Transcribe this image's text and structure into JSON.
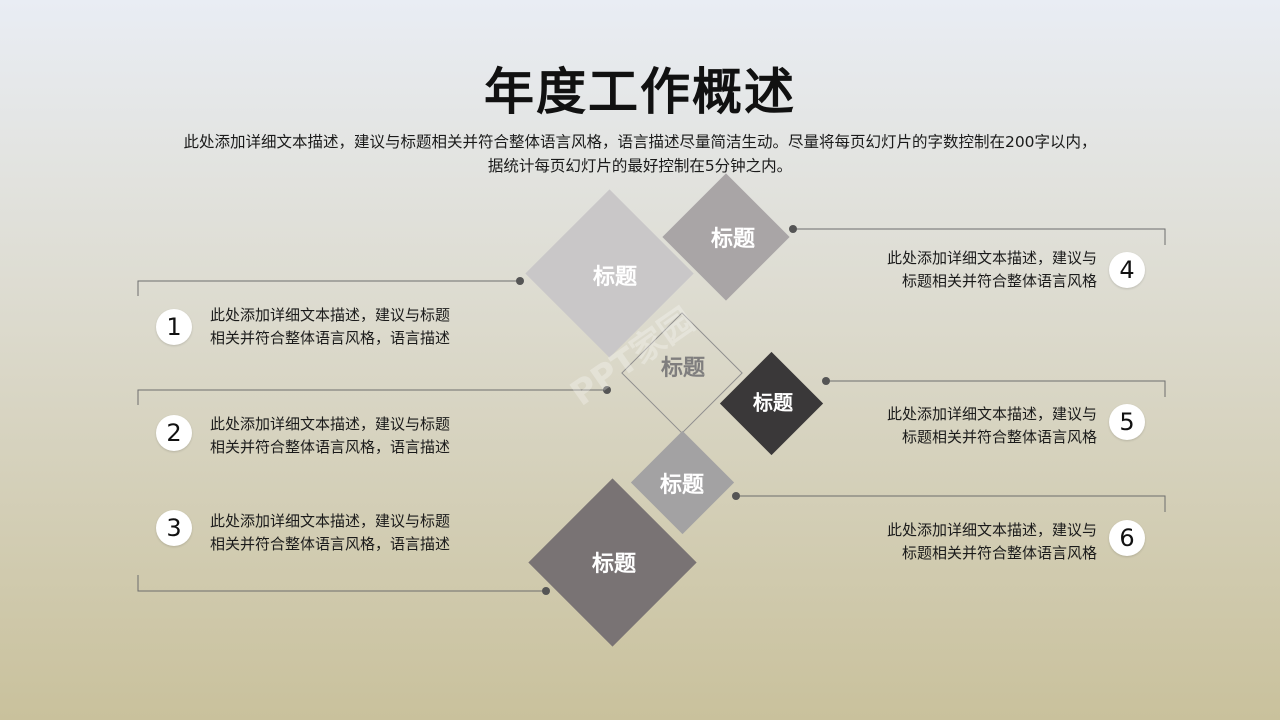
{
  "title": "年度工作概述",
  "subtitle_line1": "此处添加详细文本描述，建议与标题相关并符合整体语言风格，语言描述尽量简洁生动。尽量将每页幻灯片的字数控制在200字以内，",
  "subtitle_line2": "据统计每页幻灯片的最好控制在5分钟之内。",
  "diamonds": [
    {
      "label": "标题",
      "color": "#c9c7c8"
    },
    {
      "label": "标题",
      "color": "#a9a5a6"
    },
    {
      "label": "标题",
      "color": "outline"
    },
    {
      "label": "标题",
      "color": "#3a3839"
    },
    {
      "label": "标题",
      "color": "#a3a2a3"
    },
    {
      "label": "标题",
      "color": "#797374"
    }
  ],
  "items": [
    {
      "number": "1",
      "line1": "此处添加详细文本描述，建议与标题",
      "line2": "相关并符合整体语言风格，语言描述"
    },
    {
      "number": "2",
      "line1": "此处添加详细文本描述，建议与标题",
      "line2": "相关并符合整体语言风格，语言描述"
    },
    {
      "number": "3",
      "line1": "此处添加详细文本描述，建议与标题",
      "line2": "相关并符合整体语言风格，语言描述"
    },
    {
      "number": "4",
      "line1": "此处添加详细文本描述，建议与",
      "line2": "标题相关并符合整体语言风格"
    },
    {
      "number": "5",
      "line1": "此处添加详细文本描述，建议与",
      "line2": "标题相关并符合整体语言风格"
    },
    {
      "number": "6",
      "line1": "此处添加详细文本描述，建议与",
      "line2": "标题相关并符合整体语言风格"
    }
  ],
  "colors": {
    "line": "#6d6d6d",
    "dot": "#555555"
  },
  "watermark": "PPT家园"
}
